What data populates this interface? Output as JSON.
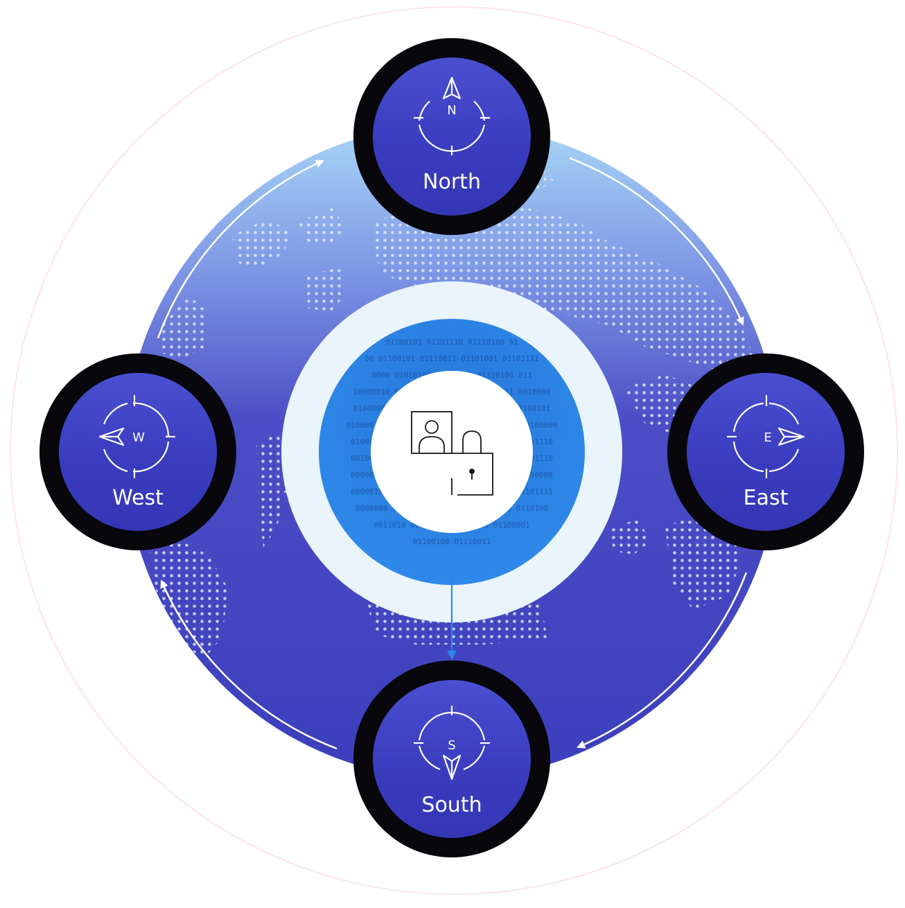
{
  "nodes": {
    "north": {
      "label": "North",
      "letter": "N"
    },
    "east": {
      "label": "East",
      "letter": "E"
    },
    "south": {
      "label": "South",
      "letter": "S"
    },
    "west": {
      "label": "West",
      "letter": "W"
    }
  },
  "center": {
    "icon": "user-profile-lock-icon"
  },
  "binary_rows": [
    "01100101 01101110 01110100 01",
    "00 01100101 01110011 01101001 01101111",
    "0000 01010100 01100101 01110100 011",
    "10000010 01010011 01101001 01111111 0010000",
    "0100000 01110011 01100001 01100101 01100101",
    "0100001001 01110100 01110010 01000001 00100000",
    "01000100 01100001 01110100 01101110 01101110",
    "00100000 01010011 01101001 01100101 01101110",
    "00000010 01110000 01100001 01100110 00100000",
    "00000100 01101111 01101110 01110011 01101111",
    "0000000 01010011 01110100 01110010 0110100",
    "0011010 00100000 01000011 01100001",
    "01100100 01110011"
  ],
  "colors": {
    "globe_top": "#9ecbf0",
    "globe_bottom": "#3c3fbc",
    "node_ring": "#07070c",
    "node_fill": "#3a3dbf",
    "center_ring": "#eaf4fc",
    "center_blue": "#2a7fe0",
    "connector": "#2f84ea",
    "outer_ring": "#fbe3e3"
  }
}
